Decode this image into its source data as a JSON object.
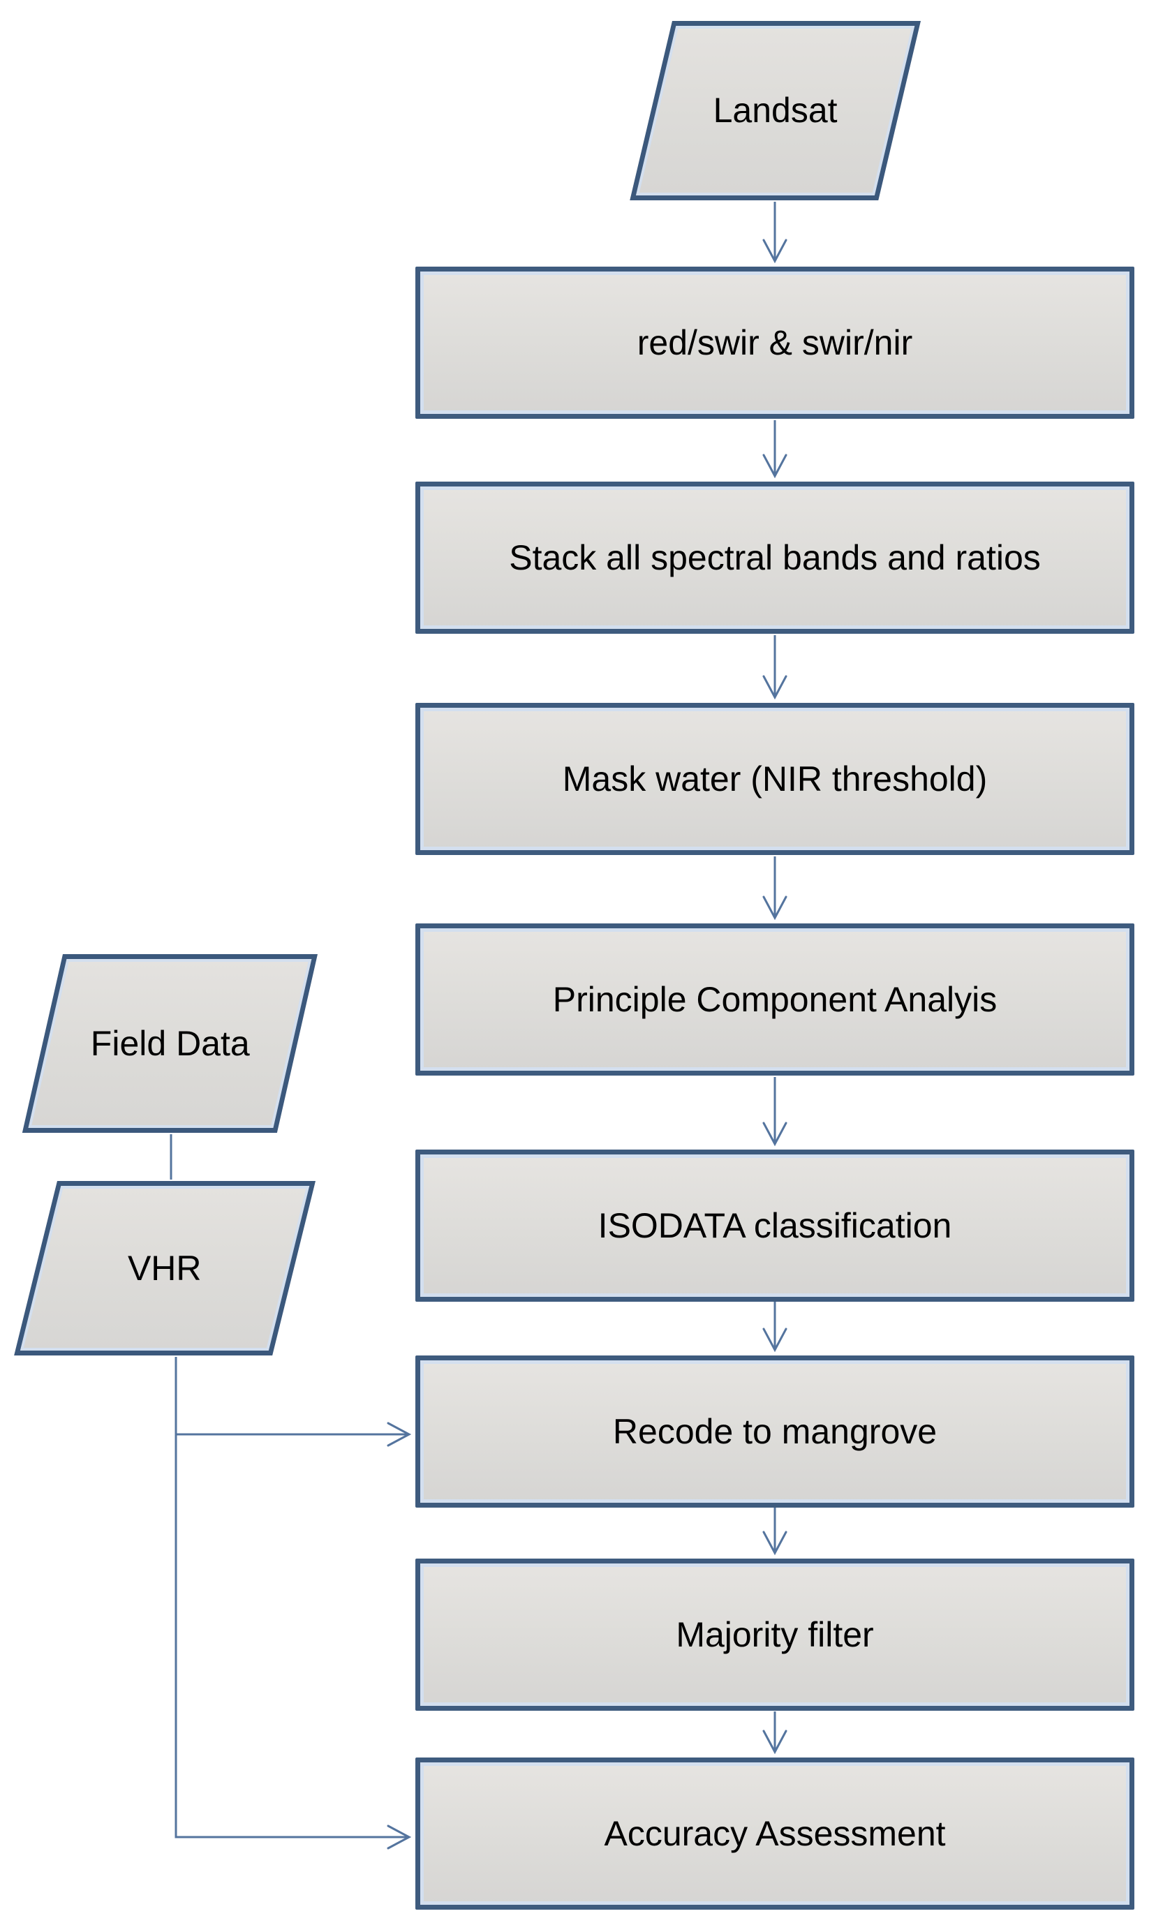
{
  "diagram": {
    "type": "flowchart",
    "nodes": {
      "landsat": {
        "label": "Landsat",
        "shape": "parallelogram",
        "role": "input"
      },
      "field_data": {
        "label": "Field Data",
        "shape": "parallelogram",
        "role": "input"
      },
      "vhr": {
        "label": "VHR",
        "shape": "parallelogram",
        "role": "input"
      },
      "ratio": {
        "label": "red/swir & swir/nir",
        "shape": "rectangle",
        "role": "process"
      },
      "stack": {
        "label": "Stack all spectral bands and ratios",
        "shape": "rectangle",
        "role": "process"
      },
      "mask": {
        "label": "Mask water (NIR threshold)",
        "shape": "rectangle",
        "role": "process"
      },
      "pca": {
        "label": "Principle Component Analyis",
        "shape": "rectangle",
        "role": "process"
      },
      "isodata": {
        "label": "ISODATA classification",
        "shape": "rectangle",
        "role": "process"
      },
      "recode": {
        "label": "Recode to mangrove",
        "shape": "rectangle",
        "role": "process"
      },
      "majority": {
        "label": "Majority filter",
        "shape": "rectangle",
        "role": "process"
      },
      "accuracy": {
        "label": "Accuracy Assessment",
        "shape": "rectangle",
        "role": "process"
      }
    },
    "connections": [
      {
        "from": "landsat",
        "to": "ratio",
        "style": "arrow"
      },
      {
        "from": "ratio",
        "to": "stack",
        "style": "arrow"
      },
      {
        "from": "stack",
        "to": "mask",
        "style": "arrow"
      },
      {
        "from": "mask",
        "to": "pca",
        "style": "arrow"
      },
      {
        "from": "pca",
        "to": "isodata",
        "style": "arrow"
      },
      {
        "from": "isodata",
        "to": "recode",
        "style": "arrow"
      },
      {
        "from": "recode",
        "to": "majority",
        "style": "arrow"
      },
      {
        "from": "majority",
        "to": "accuracy",
        "style": "arrow"
      },
      {
        "from": "field_data",
        "to": "vhr",
        "style": "line"
      },
      {
        "from": "vhr",
        "to": "recode",
        "style": "arrow"
      },
      {
        "from": "vhr",
        "to": "accuracy",
        "style": "arrow"
      }
    ],
    "colors": {
      "box_border": "#3e5b7e",
      "box_fill_top": "#e6e4e1",
      "box_fill_bottom": "#d6d5d3",
      "inner_highlight": "#d3dfef",
      "connector": "#54749e",
      "text": "#000000",
      "background": "#ffffff"
    }
  }
}
